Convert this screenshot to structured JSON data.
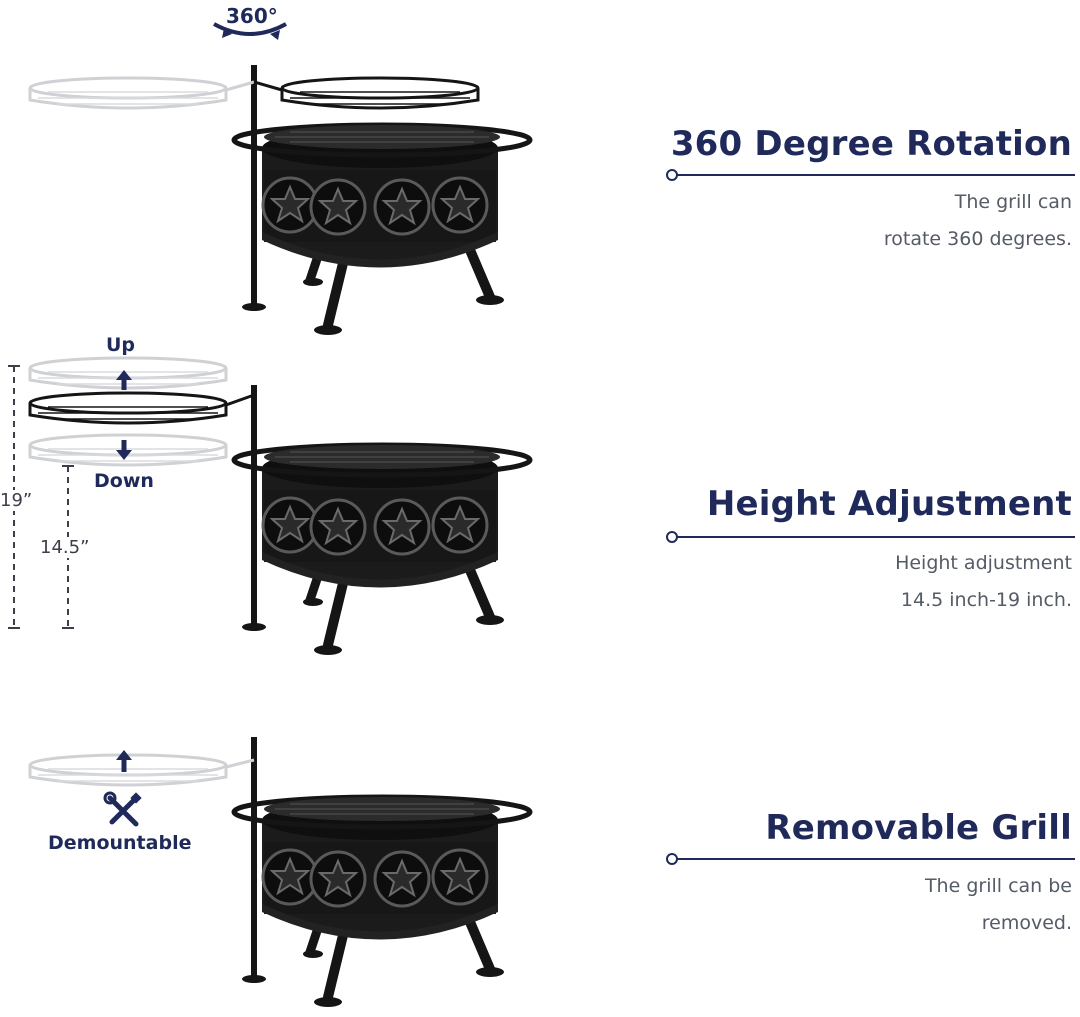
{
  "rotation_badge": "360°",
  "height_labels": {
    "up": "Up",
    "down": "Down",
    "max_height": "19”",
    "min_height": "14.5”"
  },
  "demount_label": "Demountable",
  "features": [
    {
      "title": "360 Degree Rotation",
      "desc_line1": "The grill can",
      "desc_line2": "rotate 360 degrees."
    },
    {
      "title": "Height Adjustment",
      "desc_line1": "Height adjustment",
      "desc_line2": "14.5 inch-19 inch."
    },
    {
      "title": "Removable Grill",
      "desc_line1": "The grill can be",
      "desc_line2": "removed."
    }
  ],
  "colors": {
    "accent": "#1f2a5a",
    "body_text": "#555b66",
    "product_black": "#151515",
    "ghost_grill": "#cfd1d4"
  },
  "icons": [
    "rotate-arrow-icon",
    "up-arrow-icon",
    "down-arrow-icon",
    "wrench-screwdriver-icon"
  ]
}
